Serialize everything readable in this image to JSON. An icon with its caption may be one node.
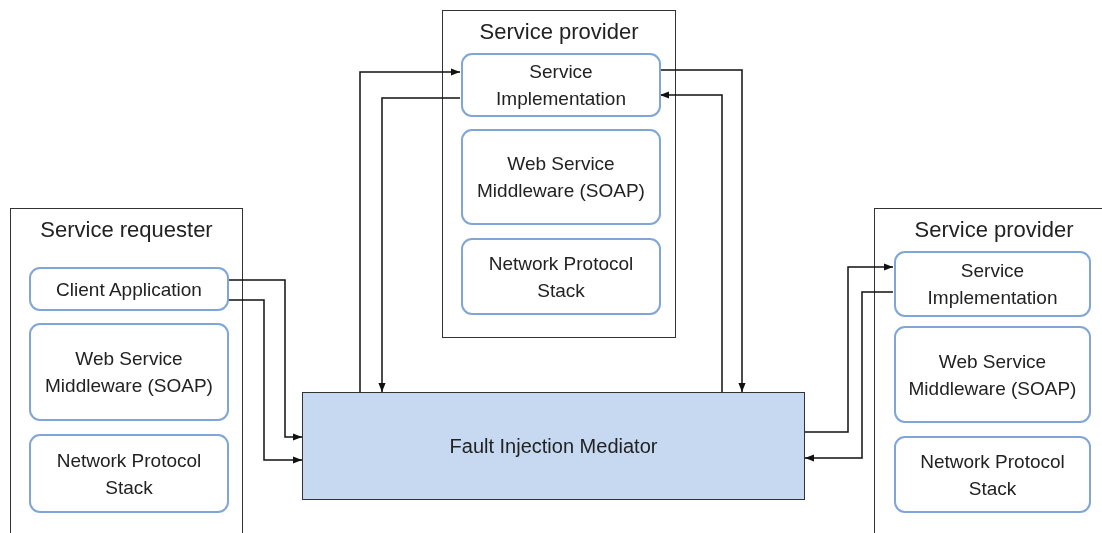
{
  "diagram": {
    "nodes": [
      {
        "text": [
          "Service provider"
        ]
      },
      {
        "text": [
          "Service Implementation"
        ],
        "in": 0
      },
      {
        "text": [
          "Web Service Middleware (SOAP)"
        ],
        "in": 0
      },
      {
        "text": [
          "Network Protocol Stack"
        ],
        "in": 0
      },
      {
        "text": [
          "Service requester"
        ]
      },
      {
        "text": [
          "Client Application"
        ],
        "in": 4
      },
      {
        "text": [
          "Web Service Middleware (SOAP)"
        ],
        "in": 4
      },
      {
        "text": [
          "Network Protocol Stack"
        ],
        "in": 4
      },
      {
        "text": [
          "Service provider"
        ]
      },
      {
        "text": [
          "Service Implementation"
        ],
        "in": 8
      },
      {
        "text": [
          "Web Service Middleware (SOAP)"
        ],
        "in": 8
      },
      {
        "text": [
          "Network Protocol Stack"
        ],
        "in": 8
      },
      {
        "text": [
          "Fault Injection Mediator"
        ]
      }
    ],
    "edges": [
      {
        "from": 12,
        "to": 1,
        "arrow": "to"
      },
      {
        "from": 1,
        "to": 12,
        "arrow": "to"
      },
      {
        "from": 1,
        "to": 12,
        "arrow": "to"
      },
      {
        "from": 12,
        "to": 1,
        "arrow": "to"
      },
      {
        "from": 5,
        "to": 12,
        "arrow": "to"
      },
      {
        "from": 5,
        "to": 12,
        "arrow": "to"
      },
      {
        "from": 12,
        "to": 9,
        "arrow": "to"
      },
      {
        "from": 9,
        "to": 12,
        "arrow": "to"
      }
    ]
  }
}
